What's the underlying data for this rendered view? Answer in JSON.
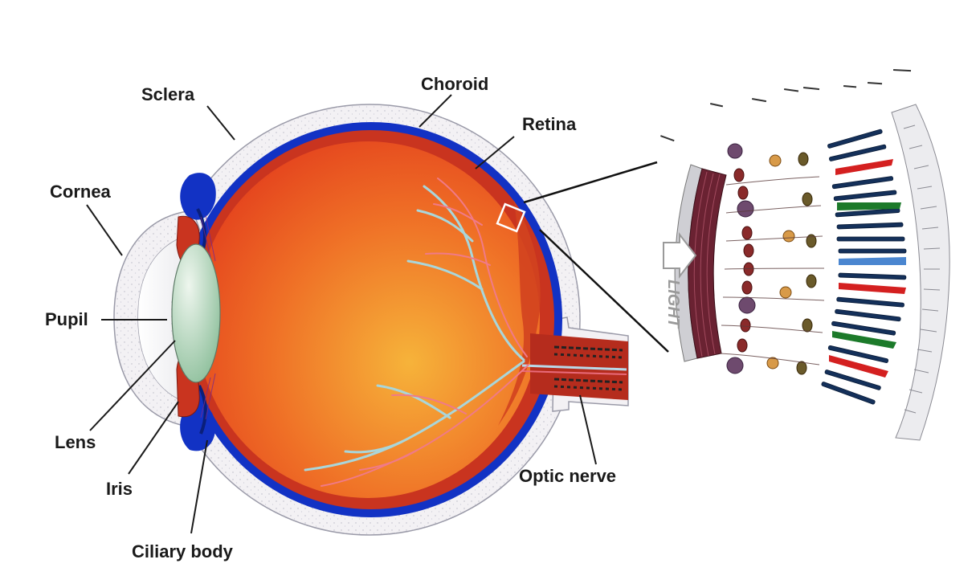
{
  "labels": {
    "sclera": "Sclera",
    "choroid": "Choroid",
    "retina": "Retina",
    "cornea": "Cornea",
    "pupil": "Pupil",
    "lens": "Lens",
    "iris": "Iris",
    "ciliary_body": "Ciliary body",
    "optic_nerve": "Optic nerve",
    "light": "LIGHT"
  },
  "colors": {
    "sclera": "#f4f2f4",
    "choroid": "#1030c8",
    "retina": "#c8321e",
    "vitreous_center": "#f39a2e",
    "vitreous_edge": "#e9451f",
    "lens": "#bfe0c8",
    "vessels_artery": "#f06a7a",
    "vessels_vein": "#a8d4d8",
    "rods": "#14305a",
    "cone_red": "#d42020",
    "cone_green": "#1c7a2a",
    "cone_blue": "#4a86d0"
  }
}
